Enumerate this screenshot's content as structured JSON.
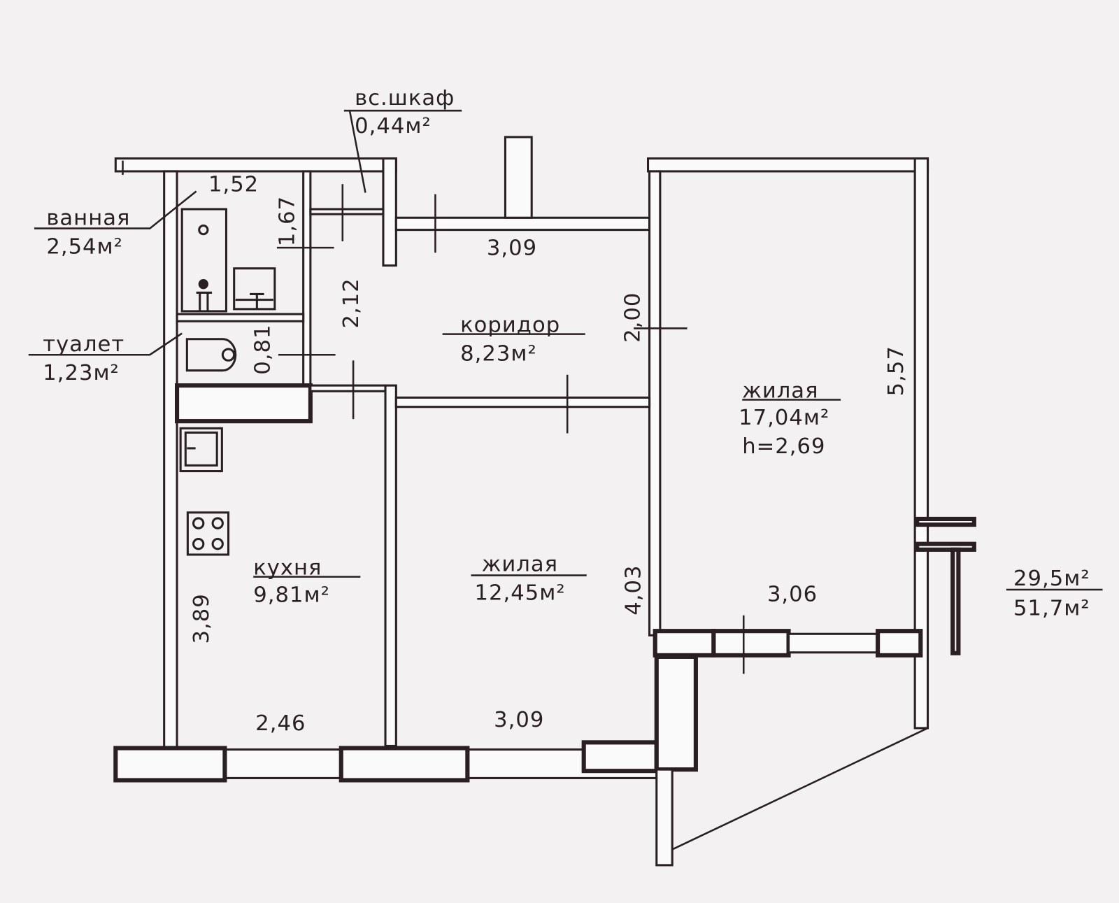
{
  "rooms": {
    "closet": {
      "name": "вс.шкаф",
      "area": "0,44м²"
    },
    "bathroom": {
      "name": "ванная",
      "area": "2,54м²"
    },
    "toilet": {
      "name": "туалет",
      "area": "1,23м²"
    },
    "corridor": {
      "name": "коридор",
      "area": "8,23м²"
    },
    "living_large": {
      "name": "жилая",
      "area": "17,04м²",
      "height": "h=2,69"
    },
    "kitchen": {
      "name": "кухня",
      "area": "9,81м²"
    },
    "living_small": {
      "name": "жилая",
      "area": "12,45м²"
    }
  },
  "dimensions": {
    "bath_width": "1,52",
    "bath_depth": "1,67",
    "corridor_width": "3,09",
    "corridor_depth": "2,12",
    "toilet_depth": "0,81",
    "door_depth": "2,00",
    "large_room_depth": "5,57",
    "large_room_width": "3,06",
    "small_room_depth": "4,03",
    "kitchen_depth": "3,89",
    "kitchen_width": "2,46",
    "small_room_width": "3,09"
  },
  "totals": {
    "living": "29,5м²",
    "total": "51,7м²"
  }
}
